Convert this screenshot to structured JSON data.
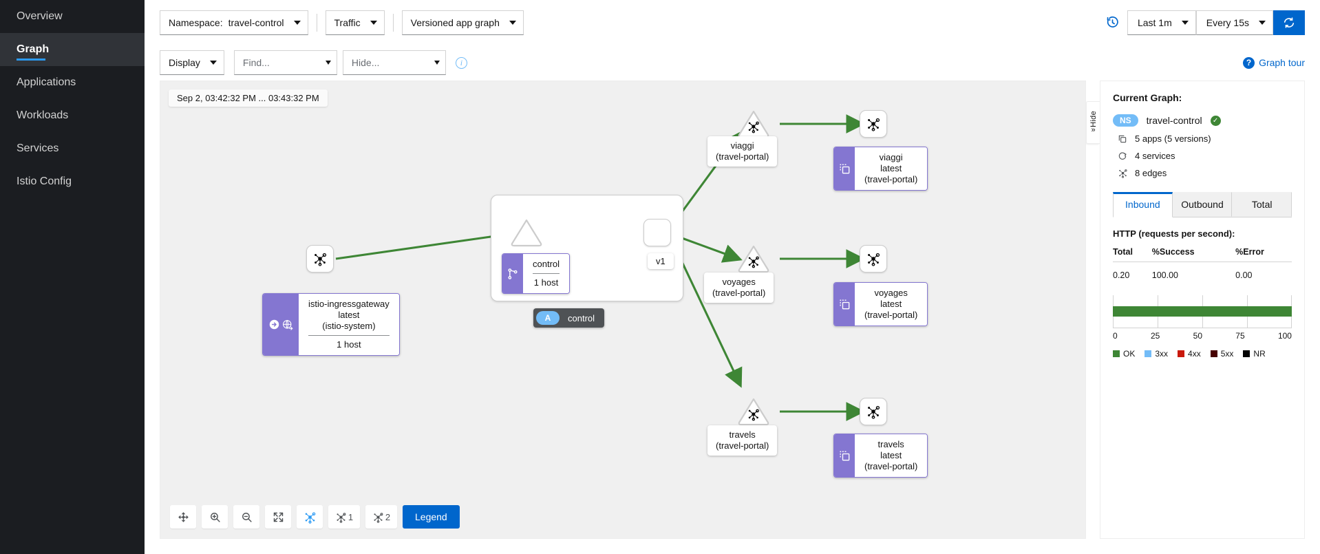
{
  "sidebar": {
    "items": [
      {
        "label": "Overview",
        "name": "overview",
        "active": false
      },
      {
        "label": "Graph",
        "name": "graph",
        "active": true
      },
      {
        "label": "Applications",
        "name": "applications",
        "active": false
      },
      {
        "label": "Workloads",
        "name": "workloads",
        "active": false
      },
      {
        "label": "Services",
        "name": "services",
        "active": false
      },
      {
        "label": "Istio Config",
        "name": "istio-config",
        "active": false
      }
    ]
  },
  "toolbar": {
    "namespace_label": "Namespace:",
    "namespace_value": "travel-control",
    "traffic_label": "Traffic",
    "graph_type": "Versioned app graph",
    "display_label": "Display",
    "find_placeholder": "Find...",
    "hide_placeholder": "Hide...",
    "time_range": "Last 1m",
    "refresh_interval": "Every 15s",
    "graph_tour": "Graph tour",
    "info_icon": "info-icon",
    "history_icon": "history-icon",
    "refresh_icon": "refresh-icon",
    "help_icon": "help-circle-icon"
  },
  "graph": {
    "timestamp": "Sep 2, 03:42:32 PM ... 03:43:32 PM",
    "group": {
      "badge_letter": "A",
      "badge_label": "control",
      "version_chip": "v1",
      "app_card": {
        "title": "control",
        "detail": "1 host",
        "icon": "workload-branch-icon"
      }
    },
    "ingress": {
      "title": "istio-ingressgateway",
      "version": "latest",
      "namespace": "(istio-system)",
      "detail": "1 host",
      "icons": [
        "arrow-right-circle-icon",
        "gateway-globe-icon"
      ]
    },
    "services": [
      {
        "name": "viaggi",
        "namespace": "(travel-portal)"
      },
      {
        "name": "voyages",
        "namespace": "(travel-portal)"
      },
      {
        "name": "travels",
        "namespace": "(travel-portal)"
      }
    ],
    "apps": [
      {
        "name": "viaggi",
        "version": "latest",
        "namespace": "(travel-portal)"
      },
      {
        "name": "voyages",
        "version": "latest",
        "namespace": "(travel-portal)"
      },
      {
        "name": "travels",
        "version": "latest",
        "namespace": "(travel-portal)"
      }
    ],
    "edge_color": "#3e8635",
    "toolbar": {
      "buttons": [
        {
          "name": "drag-pan-icon",
          "label": ""
        },
        {
          "name": "zoom-in-icon",
          "label": ""
        },
        {
          "name": "zoom-out-icon",
          "label": ""
        },
        {
          "name": "fit-to-screen-icon",
          "label": ""
        },
        {
          "name": "graph-layout-default-icon",
          "label": ""
        },
        {
          "name": "graph-layout-1-icon",
          "label": "1"
        },
        {
          "name": "graph-layout-2-icon",
          "label": "2"
        }
      ],
      "legend_label": "Legend"
    },
    "hide_handle": {
      "label": "Hide",
      "icon": "chevron-double-right-icon"
    }
  },
  "side_panel": {
    "title": "Current Graph:",
    "ns_pill": "NS",
    "ns_name": "travel-control",
    "health_icon": "check-circle-icon",
    "stats": [
      {
        "icon": "applications-icon",
        "text": "5 apps (5 versions)"
      },
      {
        "icon": "services-icon",
        "text": "4 services"
      },
      {
        "icon": "edges-icon",
        "text": "8 edges"
      }
    ],
    "tabs": [
      {
        "label": "Inbound",
        "active": true
      },
      {
        "label": "Outbound",
        "active": false
      },
      {
        "label": "Total",
        "active": false
      }
    ],
    "http_title": "HTTP (requests per second):",
    "chart_data": {
      "type": "bar",
      "title": "HTTP (requests per second):",
      "orientation": "horizontal",
      "categories": [
        "OK"
      ],
      "values": [
        100
      ],
      "xlabel": "",
      "ylabel": "",
      "xlim": [
        0,
        100
      ],
      "xticks": [
        "0",
        "25",
        "50",
        "75",
        "100"
      ],
      "grid": true,
      "legend_position": "bottom",
      "legend": [
        {
          "label": "OK",
          "color": "#3e8635"
        },
        {
          "label": "3xx",
          "color": "#73bcf7"
        },
        {
          "label": "4xx",
          "color": "#c9190b"
        },
        {
          "label": "5xx",
          "color": "#470000"
        },
        {
          "label": "NR",
          "color": "#030303"
        }
      ],
      "table": {
        "headers": [
          "Total",
          "%Success",
          "%Error"
        ],
        "rows": [
          [
            "0.20",
            "100.00",
            "0.00"
          ]
        ]
      }
    }
  },
  "colors": {
    "accent_blue": "#06c",
    "purple": "#8476d1",
    "green": "#3e8635",
    "sidebar_bg": "#1b1d21",
    "graph_bg": "#f0f0f0"
  }
}
